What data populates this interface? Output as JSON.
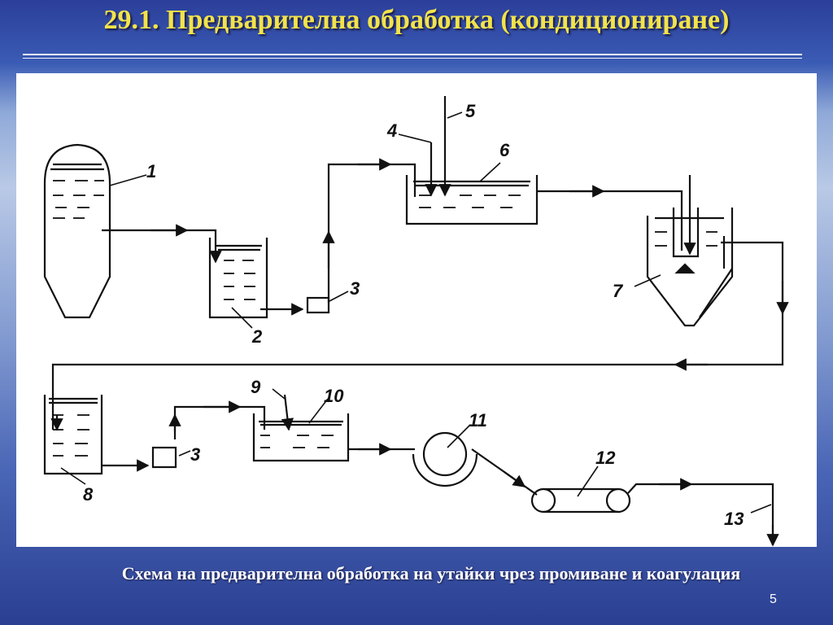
{
  "slide": {
    "title": "29.1. Предварителна обработка (кондициониране)",
    "caption": "Схема на предварителна обработка на утайки чрез промиване и коагулация",
    "page_number": "5"
  },
  "diagram": {
    "labels": [
      "1",
      "2",
      "3",
      "4",
      "5",
      "6",
      "7",
      "3",
      "8",
      "9",
      "10",
      "11",
      "12",
      "13"
    ]
  },
  "colors": {
    "title": "#f2e34a",
    "caption": "#ffffff"
  }
}
